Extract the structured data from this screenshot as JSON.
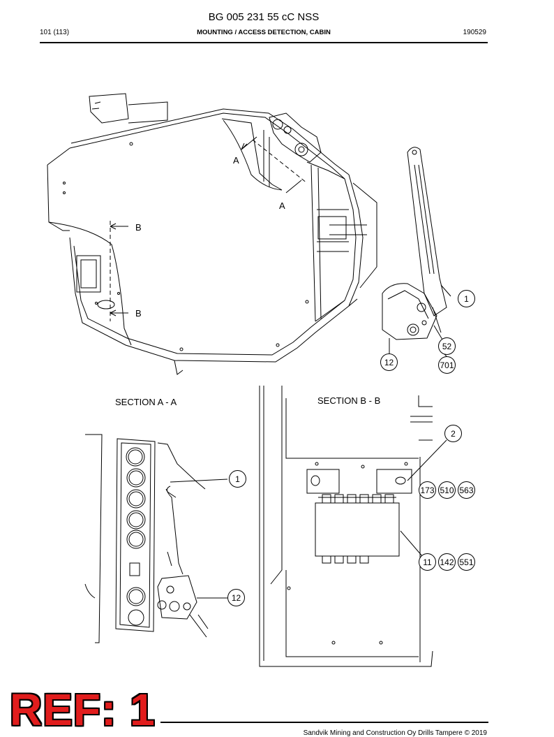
{
  "header": {
    "document_id": "BG 005 231 55 cC NSS",
    "page": "101 (113)",
    "title": "MOUNTING / ACCESS DETECTION, CABIN",
    "date_code": "190529"
  },
  "main_view": {
    "section_markers": {
      "a_top": "A",
      "a_bottom": "A",
      "b_top": "B",
      "b_bottom": "B"
    },
    "callouts": {
      "c1": "1",
      "c52": "52",
      "c12": "12",
      "c701": "701"
    }
  },
  "section_a": {
    "title": "SECTION A - A",
    "callouts": {
      "c1": "1",
      "c12": "12"
    }
  },
  "section_b": {
    "title": "SECTION B - B",
    "callouts": {
      "c2": "2",
      "c173": "173",
      "c510": "510",
      "c563": "563",
      "c11": "11",
      "c142": "142",
      "c551": "551"
    }
  },
  "ref_label": "REF: 1",
  "footer": {
    "copyright": "Sandvik Mining and Construction Oy Drills Tampere © 2019"
  }
}
